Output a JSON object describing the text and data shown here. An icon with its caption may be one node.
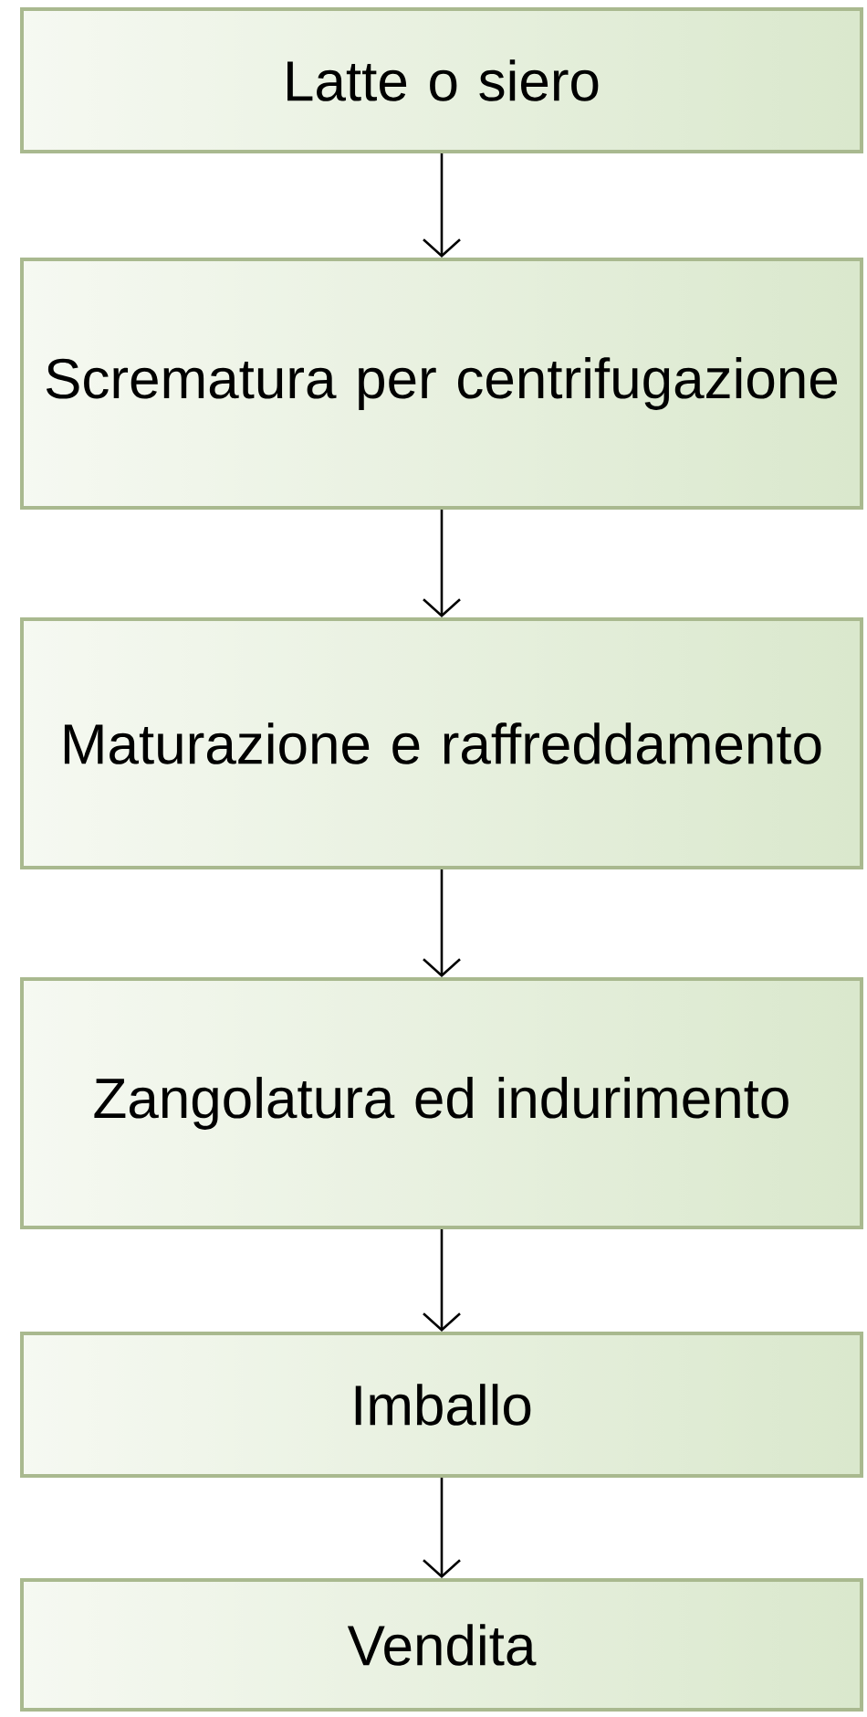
{
  "diagram": {
    "nodes": [
      {
        "text": [
          "Latte o siero"
        ]
      },
      {
        "text": [
          "Scrematura per centrifugazione"
        ]
      },
      {
        "text": [
          "Maturazione e raffreddamento"
        ]
      },
      {
        "text": [
          "Zangolatura ed indurimento"
        ]
      },
      {
        "text": [
          "Imballo"
        ]
      },
      {
        "text": [
          "Vendita"
        ]
      }
    ],
    "edges": [
      {
        "from": 0,
        "to": 1,
        "arrow": "to"
      },
      {
        "from": 1,
        "to": 2,
        "arrow": "to"
      },
      {
        "from": 2,
        "to": 3,
        "arrow": "to"
      },
      {
        "from": 3,
        "to": 4,
        "arrow": "to"
      },
      {
        "from": 4,
        "to": 5,
        "arrow": "to"
      }
    ]
  }
}
